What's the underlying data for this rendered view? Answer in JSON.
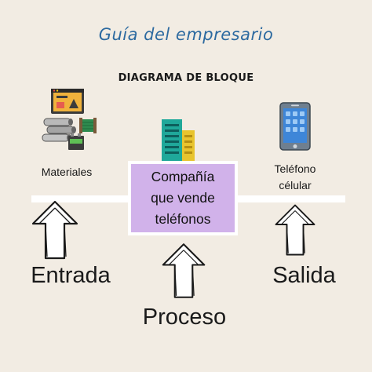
{
  "header": {
    "title": "Guía del empresario",
    "subtitle": "DIAGRAMA DE BLOQUE"
  },
  "center_box": {
    "line1": "Compañía",
    "line2": "que vende",
    "line3": "teléfonos"
  },
  "inputs": {
    "label": "Materiales"
  },
  "outputs": {
    "line1": "Teléfono",
    "line2": "célular"
  },
  "stages": {
    "entrada": "Entrada",
    "proceso": "Proceso",
    "salida": "Salida"
  },
  "icons": [
    "computer-screen-icon",
    "pipes-icon",
    "wire-spool-icon",
    "battery-icon",
    "buildings-icon",
    "smartphone-icon",
    "up-arrow-icon"
  ],
  "colors": {
    "title": "#2d6aa0",
    "box_fill": "#d1b2ea",
    "background": "#f2ece3",
    "connector": "#ffffff"
  }
}
